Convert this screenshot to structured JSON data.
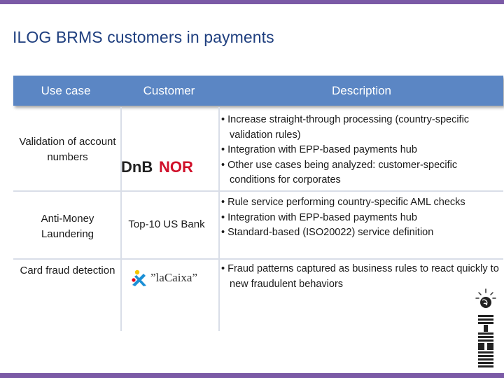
{
  "slide": {
    "title": "ILOG BRMS customers in payments"
  },
  "table": {
    "headers": {
      "use_case": "Use case",
      "customer": "Customer",
      "description": "Description"
    },
    "rows": [
      {
        "use_case": "Validation of account numbers",
        "customer_logo": "DnB NOR",
        "description": [
          "• Increase straight-through processing (country-specific validation rules)",
          "• Integration with EPP-based payments hub",
          "• Other use cases being analyzed: customer-specific conditions for corporates"
        ]
      },
      {
        "use_case": "Anti-Money Laundering",
        "customer": "Top-10 US Bank",
        "description": [
          "• Rule service performing country-specific AML checks",
          "• Integration with EPP-based payments hub",
          "• Standard-based (ISO20022) service definition"
        ]
      },
      {
        "use_case": "Card fraud detection",
        "customer_logo": "\"la Caixa\"",
        "description": [
          "• Fraud patterns captured as business rules to react quickly to new fraudulent behaviors"
        ]
      }
    ]
  },
  "logos": {
    "ibm": "IBM"
  },
  "colors": {
    "accent_bar": "#7b5aa6",
    "header_bg": "#5b86c4",
    "title": "#1f3f7f",
    "dnb_red": "#d0102a",
    "caixa_blue": "#1a8fd6",
    "caixa_yellow": "#f5c400",
    "caixa_red": "#e2001a"
  }
}
